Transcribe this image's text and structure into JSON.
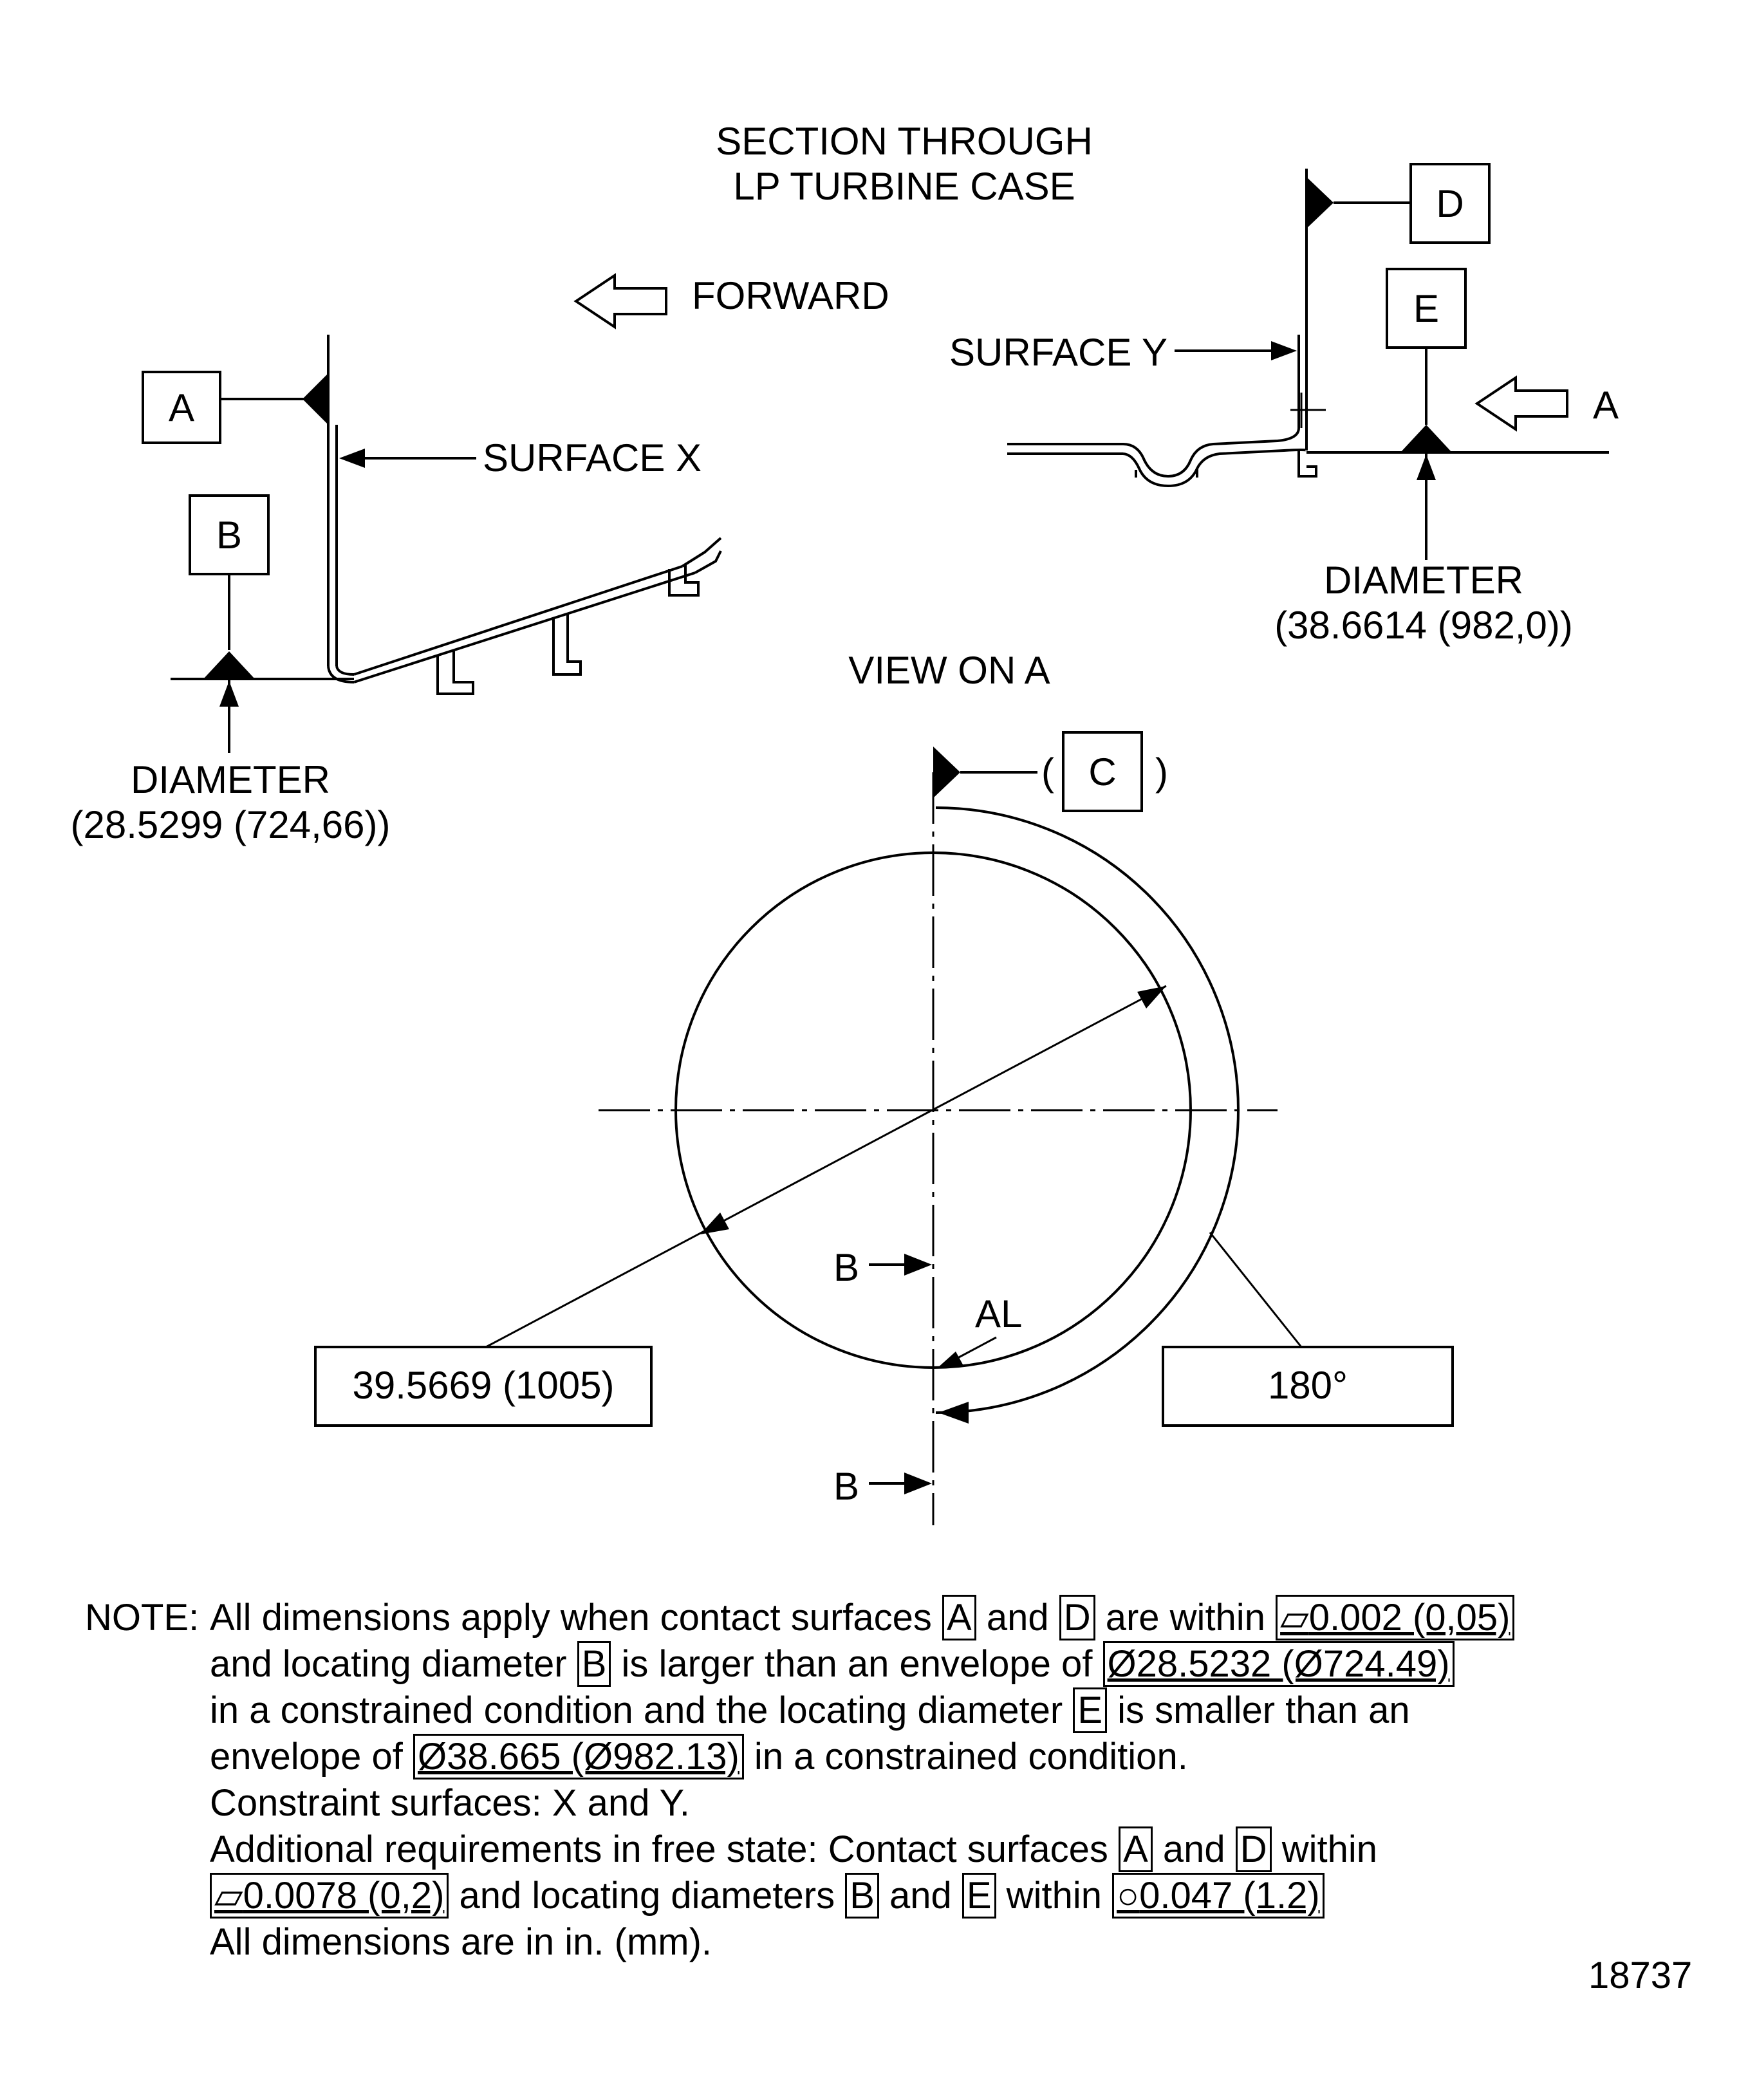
{
  "title": {
    "line1": "SECTION THROUGH",
    "line2": "LP TURBINE CASE"
  },
  "forward_label": "FORWARD",
  "left_section": {
    "datum_a": "A",
    "datum_b": "B",
    "surface_label": "SURFACE X",
    "diameter_label": "DIAMETER",
    "diameter_value": "(28.5299 (724,66))"
  },
  "right_section": {
    "datum_d": "D",
    "datum_e": "E",
    "surface_label": "SURFACE Y",
    "view_arrow_label": "A",
    "diameter_label": "DIAMETER",
    "diameter_value": "(38.6614 (982,0))"
  },
  "view": {
    "title": "VIEW ON A",
    "datum_c_open": "(",
    "datum_c": "C",
    "datum_c_close": ")",
    "section_mark_top": "B",
    "section_mark_bottom": "B",
    "point_label": "AL",
    "diameter_value": "39.5669 (1005)",
    "angle_value": "180°"
  },
  "note": {
    "prefix": "NOTE:",
    "l1_a": "All dimensions apply when contact surfaces ",
    "l1_box1": "A",
    "l1_b": " and ",
    "l1_box2": "D",
    "l1_c": " are within ",
    "l1_sym": "▱",
    "l1_tol": "0.002 (0,05)",
    "l2_a": "and locating diameter ",
    "l2_box": "B",
    "l2_b": " is larger than an envelope of ",
    "l2_tol": "Ø28.5232 (Ø724.49)",
    "l3_a": "in a constrained condition and the locating diameter ",
    "l3_box": "E",
    "l3_b": " is smaller than an",
    "l4_a": "envelope of ",
    "l4_tol": "Ø38.665 (Ø982.13)",
    "l4_b": " in a constrained condition.",
    "l5": "Constraint surfaces: X and Y.",
    "l6_a": "Additional requirements in free state: Contact surfaces ",
    "l6_box1": "A",
    "l6_b": " and ",
    "l6_box2": "D",
    "l6_c": " within",
    "l7_sym": "▱",
    "l7_tol": "0.0078 (0,2)",
    "l7_a": " and locating diameters ",
    "l7_box1": "B",
    "l7_b": " and ",
    "l7_box2": "E",
    "l7_c": " within ",
    "l7_sym2": "○",
    "l7_tol2": "0.047 (1.2)",
    "l8": "All dimensions are in in. (mm)."
  },
  "figure_number": "18737"
}
